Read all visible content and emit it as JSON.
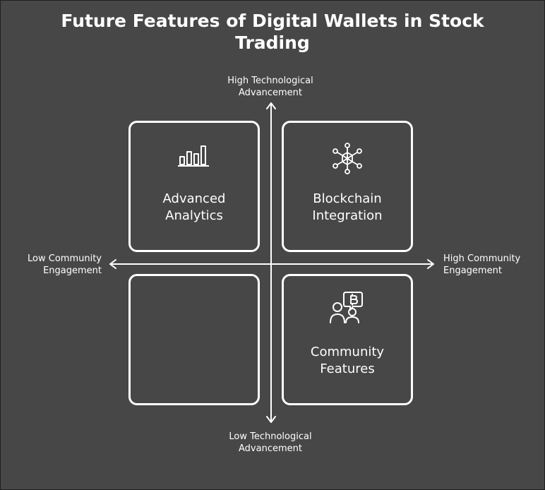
{
  "title": "Future Features of Digital Wallets in Stock Trading",
  "axes": {
    "y_high": "High Technological Advancement",
    "y_low": "Low Technological Advancement",
    "x_low": "Low Community Engagement",
    "x_high": "High Community Engagement"
  },
  "quadrants": {
    "top_left": {
      "label_line1": "Advanced",
      "label_line2": "Analytics",
      "icon": "bar-chart-icon"
    },
    "top_right": {
      "label_line1": "Blockchain",
      "label_line2": "Integration",
      "icon": "network-nodes-icon"
    },
    "bottom_left": {
      "label_line1": "",
      "label_line2": "",
      "icon": ""
    },
    "bottom_right": {
      "label_line1": "Community",
      "label_line2": "Features",
      "icon": "users-bitcoin-icon"
    }
  },
  "colors": {
    "background": "#474747",
    "stroke": "#ffffff"
  }
}
